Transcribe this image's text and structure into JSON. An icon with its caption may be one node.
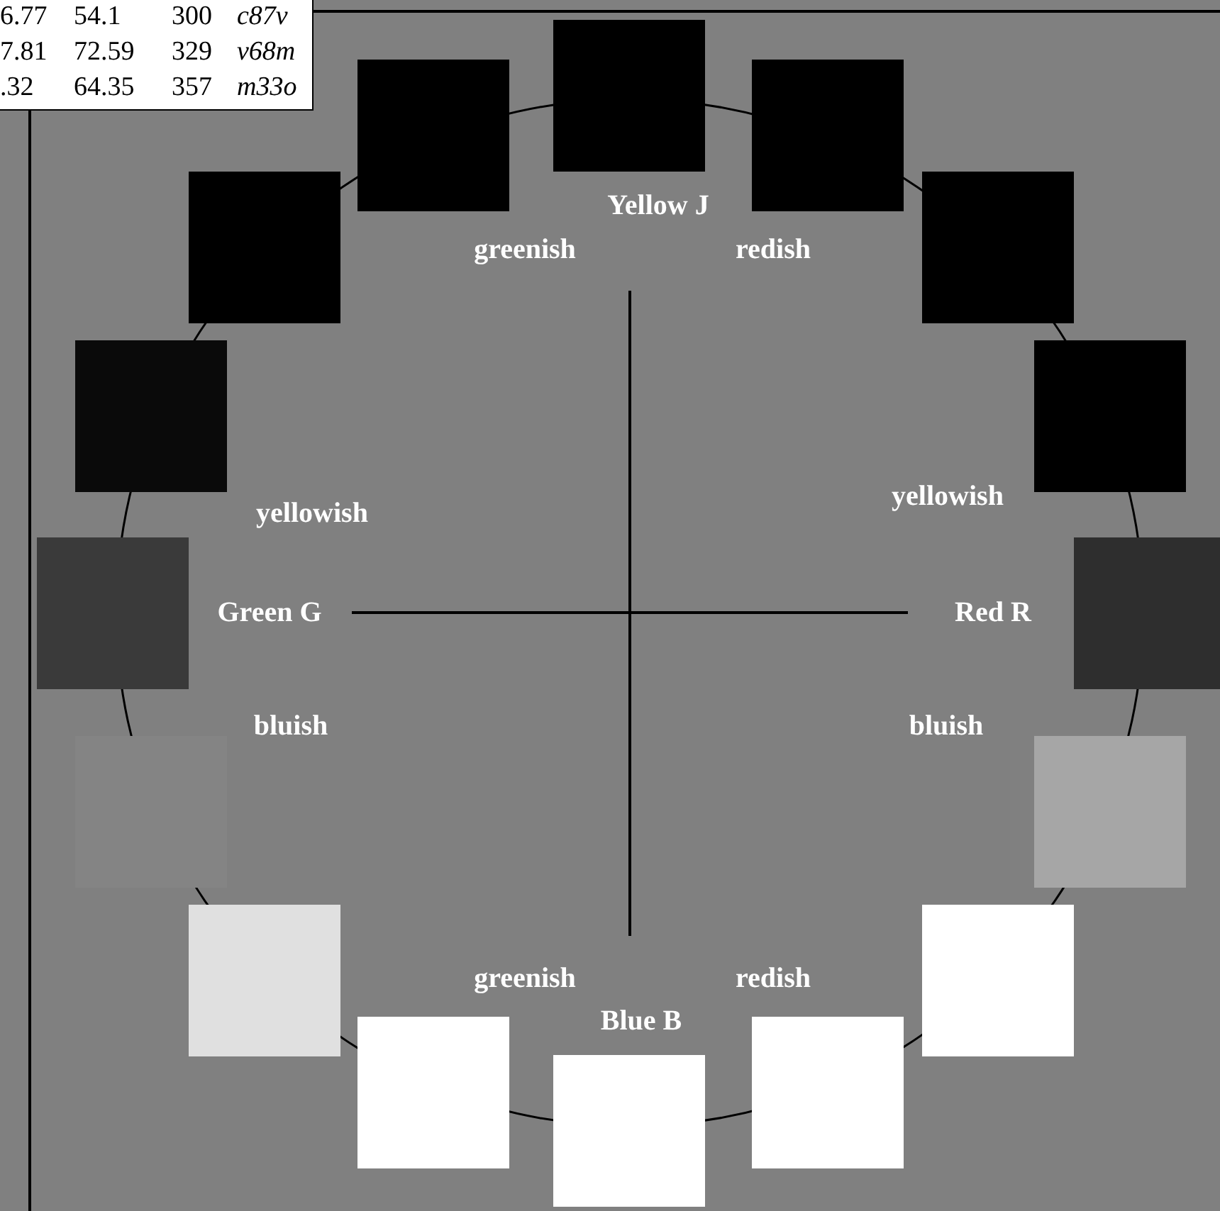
{
  "diagram": {
    "labels": [
      "6.77",
      "54.1",
      "300",
      "c87v",
      "7.81",
      "72.59",
      "329",
      "v68m",
      ".32",
      "64.35",
      "357",
      "m33o",
      "Yellow J",
      "greenish",
      "redish",
      "yellowish",
      "yellowish",
      "Green G",
      "Red R",
      "bluish",
      "bluish",
      "greenish",
      "redish",
      "Blue B"
    ]
  }
}
